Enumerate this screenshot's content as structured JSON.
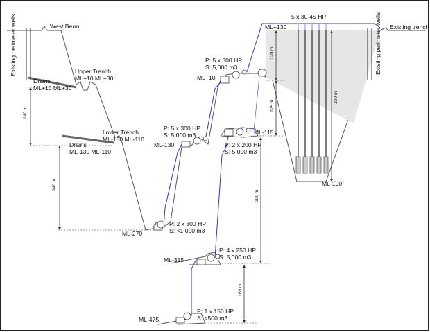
{
  "labels": {
    "west_berm": "West Berm",
    "existing_perimeter_wells_left": "Existing perimeter wells",
    "existing_perimeter_wells_right": "Existing perimeter wells",
    "existing_trench": "Existing trench",
    "upper_trench": "Upper Trench",
    "upper_trench_levels": "ML+10 ML+30",
    "drains_upper": "Drains",
    "drains_upper_levels": "ML+10 ML+30",
    "lower_trench": "Lower Trench",
    "lower_trench_levels": "ML-130 ML-110",
    "drains_lower": "Drains",
    "drains_lower_levels": "ML-130 ML-110",
    "ml_plus130": "ML+130",
    "ml_plus10": "ML+10",
    "ml_minus130": "ML-130",
    "ml_minus115": "ML-115",
    "ml_minus190": "ML-190",
    "ml_minus270": "ML-270",
    "ml_minus315": "ML-315",
    "ml_minus475": "ML-475",
    "wells_hp": "5 x 30-45 HP"
  },
  "pump_stations": [
    {
      "id": "ml10",
      "pump": "P: 5 x 300 HP",
      "storage": "S: 5,000 m3"
    },
    {
      "id": "ml130",
      "pump": "P: 5 x 300 HP",
      "storage": "S: 5,000 m3"
    },
    {
      "id": "ml115",
      "pump": "P: 2 x 200 HP",
      "storage": "S: 5,000 m3"
    },
    {
      "id": "ml270",
      "pump": "P: 2 x 300 HP",
      "storage": "S: <1,000 m3"
    },
    {
      "id": "ml315",
      "pump": "P: 4 x 250 HP",
      "storage": "S: 5,000 m3"
    },
    {
      "id": "ml475",
      "pump": "P: 1 x 150 HP",
      "storage": "S: <500 m3"
    }
  ],
  "dimensions": {
    "d_140_upper": "140 m",
    "d_140_lower": "140 m",
    "d_120": "120 m",
    "d_125": "125 m",
    "d_320": "320 m",
    "d_200": "200 m",
    "d_160": "160 m"
  }
}
